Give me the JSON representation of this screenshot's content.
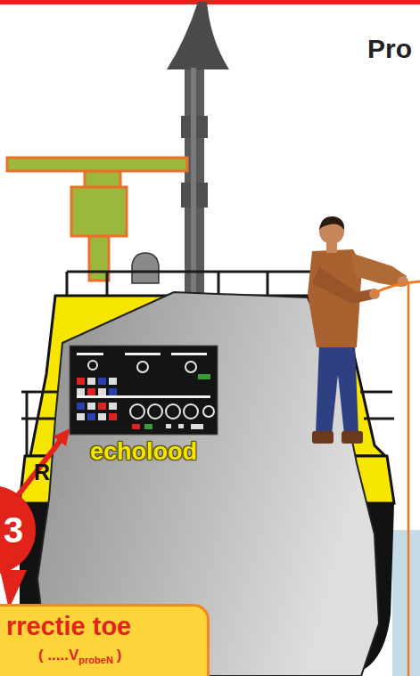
{
  "diagram": {
    "nodes": [
      {
        "text": [
          "echolood"
        ]
      },
      {
        "text": [
          "3"
        ]
      },
      {
        "text": [
          "rrectie toe",
          "( .....V",
          "probeN",
          ")"
        ]
      }
    ],
    "edges": [
      {
        "from": 1,
        "to": 0,
        "arrow": "to"
      }
    ],
    "labels": [
      "Pro",
      "R"
    ]
  }
}
